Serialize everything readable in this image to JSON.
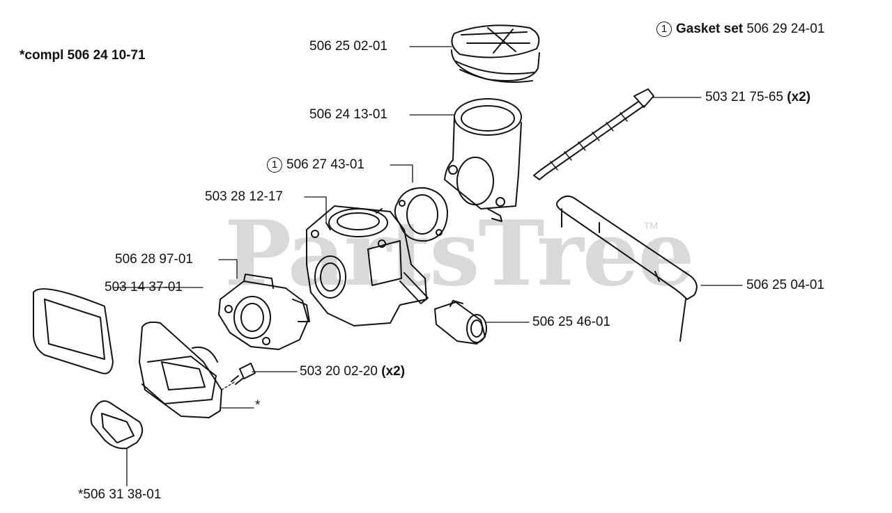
{
  "header": {
    "kit_note": "*compl 506 24 10-71",
    "gasket_set": {
      "marker": "1",
      "label": "Gasket set",
      "part": "506 29 24-01"
    }
  },
  "watermark": {
    "text": "PartsTree",
    "tm": "TM"
  },
  "parts": [
    {
      "id": "p1",
      "number": "506 25 02-01"
    },
    {
      "id": "p2",
      "number": "503 21 75-65",
      "qty": "(x2)"
    },
    {
      "id": "p3",
      "number": "506 24 13-01"
    },
    {
      "id": "p4",
      "number": "506 27 43-01",
      "marker": "1"
    },
    {
      "id": "p5",
      "number": "503 28 12-17"
    },
    {
      "id": "p6",
      "number": "506 28 97-01"
    },
    {
      "id": "p7",
      "number": "503 14 37-01"
    },
    {
      "id": "p8",
      "number": "506 25 04-01"
    },
    {
      "id": "p9",
      "number": "506 25 46-01"
    },
    {
      "id": "p10",
      "number": "503 20 02-20",
      "qty": "(x2)"
    },
    {
      "id": "p11",
      "number": "*"
    },
    {
      "id": "p12",
      "number": "*506 31 38-01"
    }
  ]
}
